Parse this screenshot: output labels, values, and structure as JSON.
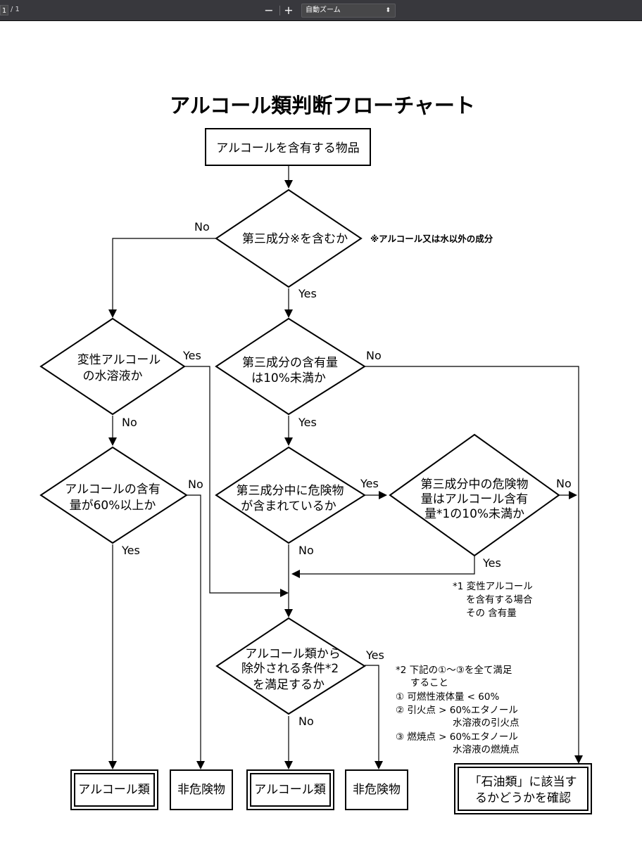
{
  "toolbar": {
    "page_current": "1",
    "page_total": "/ 1",
    "zoom_out_label": "−",
    "zoom_in_label": "+",
    "zoom_value": "自動ズーム",
    "zoom_caret": "⬍"
  },
  "flowchart": {
    "title": "アルコール類判断フローチャート",
    "nodes": {
      "start": "アルコールを含有する物品",
      "d1": "第三成分※を含むか",
      "d1_note": "※アルコール又は水以外の成分",
      "d2a": [
        "変性アルコール",
        "の水溶液か"
      ],
      "d2b": [
        "第三成分の含有量",
        "は10%未満か"
      ],
      "d3a": [
        "アルコールの含有",
        "量が60%以上か"
      ],
      "d3b": [
        "第三成分中に危険物",
        "が含まれているか"
      ],
      "d3c": [
        "第三成分中の危険物",
        "量はアルコール含有",
        "量*1の10%未満か"
      ],
      "d4": [
        "アルコール類から",
        "除外される条件*2",
        "を満足するか"
      ],
      "end1": "アルコール類",
      "end2": "非危険物",
      "end3": "アルコール類",
      "end4": "非危険物",
      "end5": [
        "「石油類」に該当す",
        "るかどうかを確認"
      ]
    },
    "edge_labels": {
      "d1_no": "No",
      "d1_yes": "Yes",
      "d2a_yes": "Yes",
      "d2a_no": "No",
      "d2b_no": "No",
      "d2b_yes": "Yes",
      "d3a_no": "No",
      "d3a_yes": "Yes",
      "d3b_yes": "Yes",
      "d3b_no": "No",
      "d3c_no": "No",
      "d3c_yes": "Yes",
      "d4_yes": "Yes",
      "d4_no": "No"
    },
    "note1": [
      "*1 変性アルコール",
      "を含有する場合",
      "その 含有量"
    ],
    "note2": [
      "*2 下記の①～③を全て満足",
      "すること",
      "①  可燃性液体量 < 60%",
      "②  引火点 > 60%エタノール",
      "水溶液の引火点",
      "③  燃焼点 > 60%エタノール",
      "水溶液の燃焼点"
    ]
  }
}
